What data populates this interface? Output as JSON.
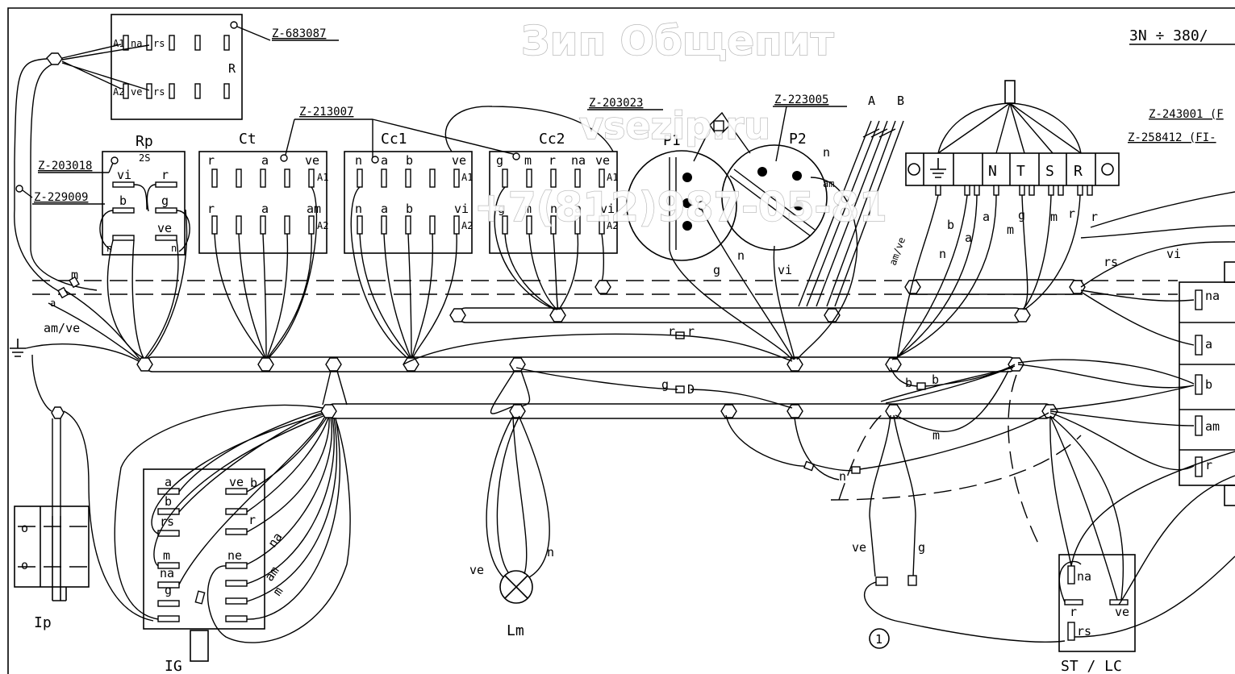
{
  "watermarks": {
    "brand": "Зип Общепит",
    "site": "vsezip.ru",
    "phone": "+7(812)987-05-81"
  },
  "supply": "3N ÷ 380/",
  "references": {
    "r_relay": "Z-683087",
    "rp_thermostat": "Z-203018",
    "rp_alt": "Z-229009",
    "contactors": "Z-213007",
    "p1": "Z-203023",
    "p2": "Z-223005",
    "terminal_a": "Z-243001 (F",
    "terminal_b": "Z-258412 (FI-"
  },
  "components": {
    "relay": "R",
    "rp": "Rp",
    "rp_sub": "2S",
    "ct": "Ct",
    "cc1": "Cc1",
    "cc2": "Cc2",
    "p1": "P1",
    "p2": "P2",
    "ip": "Ip",
    "ig": "IG",
    "lamp": "Lm",
    "st_lc": "ST / LC",
    "marker": "1"
  },
  "feeds": {
    "a": "A",
    "b": "B"
  },
  "terminal_block": [
    "N",
    "T",
    "S",
    "R"
  ],
  "relay_pins_top": [
    "A1",
    "na",
    "rs"
  ],
  "relay_pins_bottom": [
    "A2",
    "ve",
    "rs"
  ],
  "rp_pins": [
    "vi",
    "r",
    "b",
    "g",
    "ve",
    "n",
    "n"
  ],
  "ct_pins_top": [
    "r",
    "a",
    "ve"
  ],
  "ct_pins_bottom": [
    "r",
    "a",
    "am"
  ],
  "coil_tags": {
    "a1": "A1",
    "a2": "A2"
  },
  "cc1_pins_top": [
    "n",
    "a",
    "b",
    "ve"
  ],
  "cc1_pins_bottom": [
    "n",
    "a",
    "b",
    "vi"
  ],
  "cc2_pins_top": [
    "g",
    "m",
    "r",
    "na",
    "ve"
  ],
  "cc2_pins_bottom": [
    "g",
    "m",
    "n",
    "a",
    "vi"
  ],
  "ig_pins_left": [
    "a",
    "b",
    "rs",
    "m",
    "na",
    "g"
  ],
  "ig_pins_right": [
    "ve",
    "b",
    "r",
    "ne"
  ],
  "right_panel_pins": [
    "na",
    "a",
    "b",
    "am",
    "r"
  ],
  "st_lc_pins": [
    "na",
    "r",
    "ve",
    "rs"
  ],
  "wire_labels": {
    "earth": "am/ve",
    "m": "m",
    "a": "a",
    "g": "g",
    "n": "n",
    "vi": "vi",
    "r": "r",
    "b": "b",
    "rs": "rs",
    "ve": "ve",
    "na": "na",
    "am": "am",
    "amve": "am/ve",
    "d": "D"
  },
  "colors": {
    "ink": "#000000",
    "paper": "#ffffff",
    "watermark": "#b9b9b9"
  }
}
